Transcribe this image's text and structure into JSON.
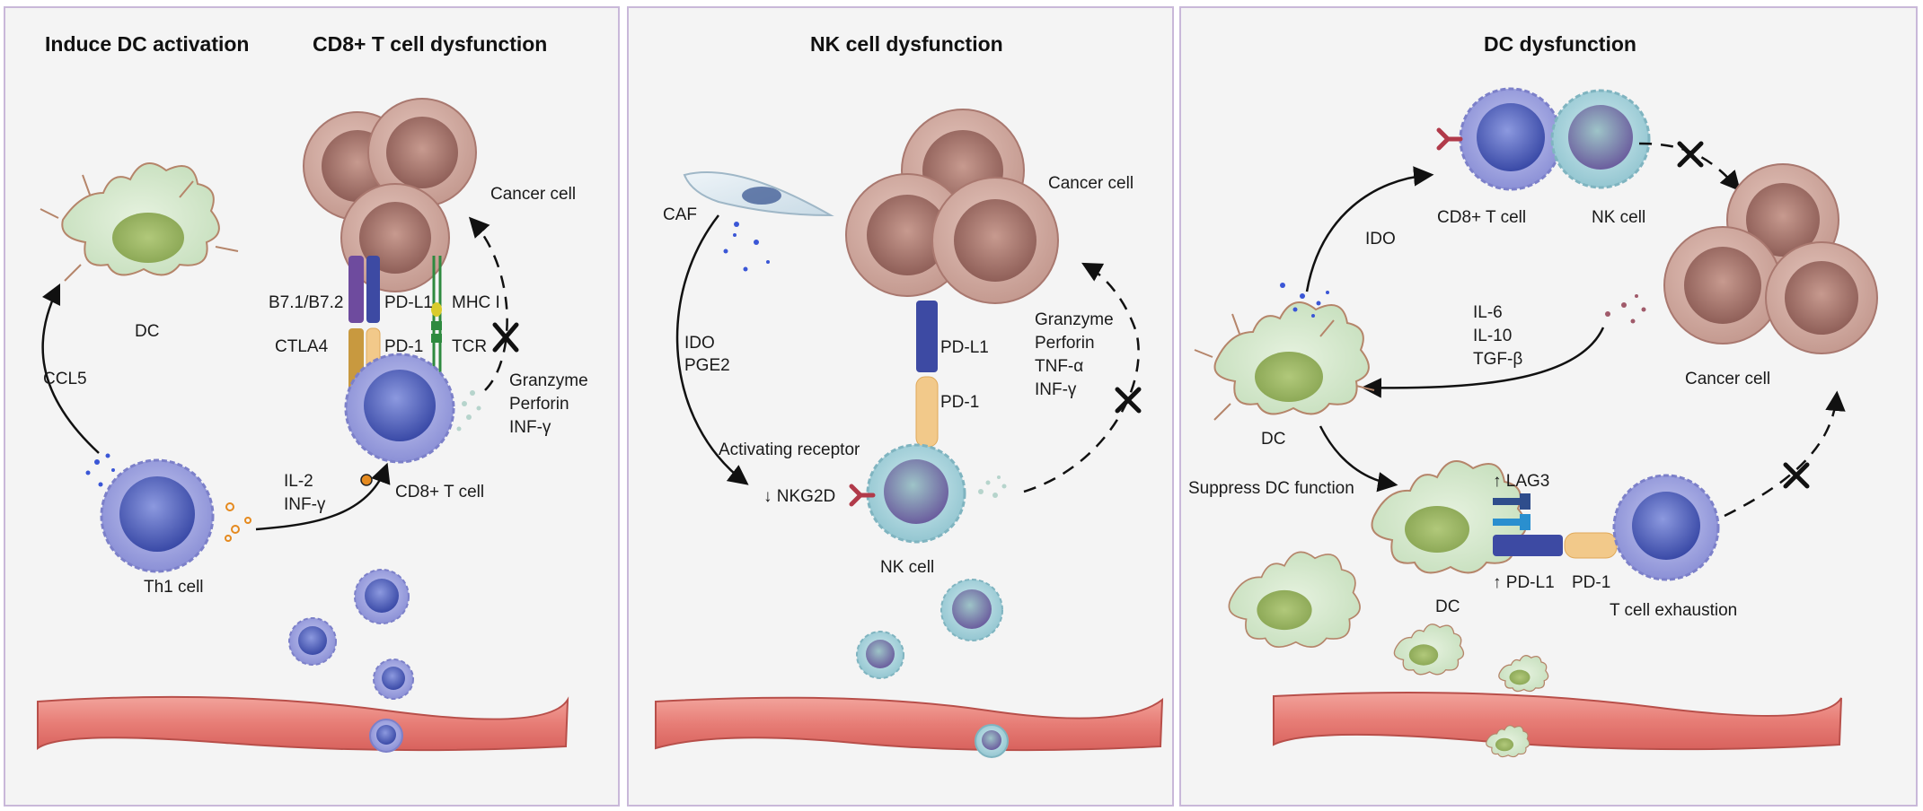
{
  "panels": [
    {
      "titles": [
        "Induce DC activation",
        "CD8+ T cell dysfunction"
      ],
      "labels": {
        "dc": "DC",
        "ccl5": "CCL5",
        "th1": "Th1 cell",
        "il2": "IL-2",
        "infg": "INF-γ",
        "cd8": "CD8+ T cell",
        "cancer": "Cancer cell",
        "b7": "B7.1/B7.2",
        "pdl1": "PD-L1",
        "mhc": "MHC I",
        "ctla4": "CTLA4",
        "pd1": "PD-1",
        "tcr": "TCR",
        "granzyme": "Granzyme",
        "perforin": "Perforin",
        "infg2": "INF-γ"
      }
    },
    {
      "titles": [
        "NK cell dysfunction"
      ],
      "labels": {
        "caf": "CAF",
        "cancer": "Cancer cell",
        "ido": "IDO",
        "pge2": "PGE2",
        "pdl1": "PD-L1",
        "pd1": "PD-1",
        "activating": "Activating receptor",
        "nkg2d": "NKG2D",
        "nkcell": "NK cell",
        "granzyme": "Granzyme",
        "perforin": "Perforin",
        "tnfa": "TNF-α",
        "infg": "INF-γ"
      }
    },
    {
      "titles": [
        "DC dysfunction"
      ],
      "labels": {
        "cd8": "CD8+ T cell",
        "nkcell": "NK cell",
        "ido": "IDO",
        "il6": "IL-6",
        "il10": "IL-10",
        "tgfb": "TGF-β",
        "cancer": "Cancer cell",
        "dc": "DC",
        "suppress": "Suppress DC function",
        "lag3": "LAG3",
        "pdl1": "PD-L1",
        "pd1": "PD-1",
        "dc2": "DC",
        "exhaustion": "T cell exhaustion"
      }
    }
  ],
  "colors": {
    "panel_border": "#c9b8d9",
    "cancer_fill": "#c9a49b",
    "cancer_core": "#9c6e66",
    "tcell_fill": "#9ea3de",
    "tcell_core": "#4656b0",
    "nk_fill": "#a6d3db",
    "nk_core": "#6a6aa8",
    "dc_fill": "#d2e7c9",
    "dc_core": "#7ba047",
    "vessel": "#e8837d",
    "pd1": "#f2c98a",
    "pdl1": "#3d4aa3",
    "ctla4": "#c8993f",
    "b7": "#6e4b9e",
    "tcr": "#2e8a3f",
    "mhc": "#d9cb2c",
    "receptor": "#b13a4a",
    "lag3": "#2a8fcf"
  }
}
